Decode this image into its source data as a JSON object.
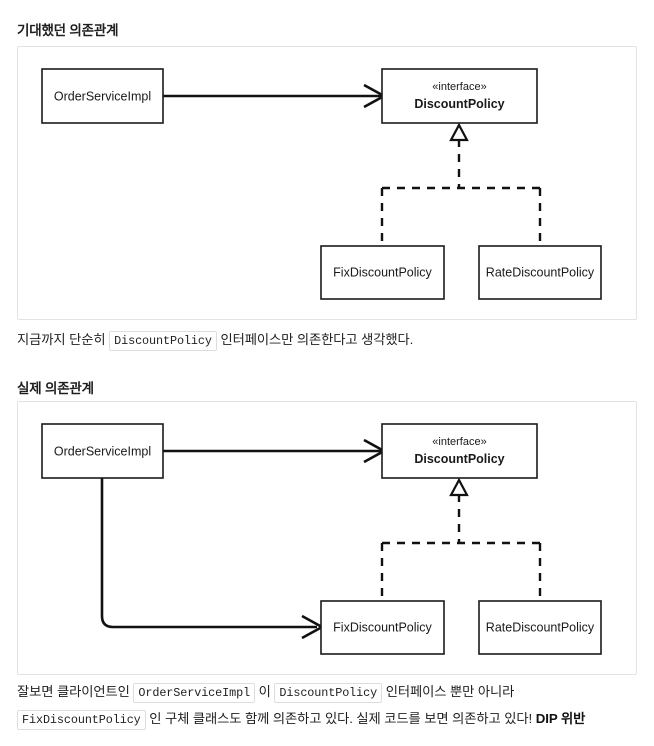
{
  "sections": {
    "expected": {
      "heading": "기대했던 의존관계",
      "caption": {
        "part1": "지금까지 단순히 ",
        "code1": "DiscountPolicy",
        "part2": " 인터페이스만 의존한다고 생각했다."
      },
      "diagram": {
        "boxes": {
          "client": "OrderServiceImpl",
          "interface_stereotype": "«interface»",
          "interface_name": "DiscountPolicy",
          "impl_fix": "FixDiscountPolicy",
          "impl_rate": "RateDiscountPolicy"
        },
        "relations": [
          {
            "name": "client-to-interface",
            "kind": "association-arrow",
            "from": "OrderServiceImpl",
            "to": "DiscountPolicy"
          },
          {
            "name": "fix-realizes-interface",
            "kind": "realization-dashed",
            "from": "FixDiscountPolicy",
            "to": "DiscountPolicy"
          },
          {
            "name": "rate-realizes-interface",
            "kind": "realization-dashed",
            "from": "RateDiscountPolicy",
            "to": "DiscountPolicy"
          }
        ]
      }
    },
    "actual": {
      "heading": "실제 의존관계",
      "caption": {
        "line1_part1": "잘보면 클라이언트인 ",
        "line1_code1": "OrderServiceImpl",
        "line1_part2": " 이 ",
        "line1_code2": "DiscountPolicy",
        "line1_part3": " 인터페이스 뿐만 아니라",
        "line2_code1": "FixDiscountPolicy",
        "line2_part1": " 인 구체 클래스도 함께 의존하고 있다. 실제 코드를 보면 의존하고 있다! ",
        "line2_bold": "DIP 위반"
      },
      "diagram": {
        "boxes": {
          "client": "OrderServiceImpl",
          "interface_stereotype": "«interface»",
          "interface_name": "DiscountPolicy",
          "impl_fix": "FixDiscountPolicy",
          "impl_rate": "RateDiscountPolicy"
        },
        "relations": [
          {
            "name": "client-to-interface",
            "kind": "association-arrow",
            "from": "OrderServiceImpl",
            "to": "DiscountPolicy"
          },
          {
            "name": "client-to-fix",
            "kind": "association-arrow-elbow",
            "from": "OrderServiceImpl",
            "to": "FixDiscountPolicy"
          },
          {
            "name": "fix-realizes-interface",
            "kind": "realization-dashed",
            "from": "FixDiscountPolicy",
            "to": "DiscountPolicy"
          },
          {
            "name": "rate-realizes-interface",
            "kind": "realization-dashed",
            "from": "RateDiscountPolicy",
            "to": "DiscountPolicy"
          }
        ]
      }
    }
  },
  "colors": {
    "ink": "#1a1a1a",
    "frame_border": "#e3e3e3",
    "page_background": "#ffffff",
    "code_border": "#dddddd"
  }
}
